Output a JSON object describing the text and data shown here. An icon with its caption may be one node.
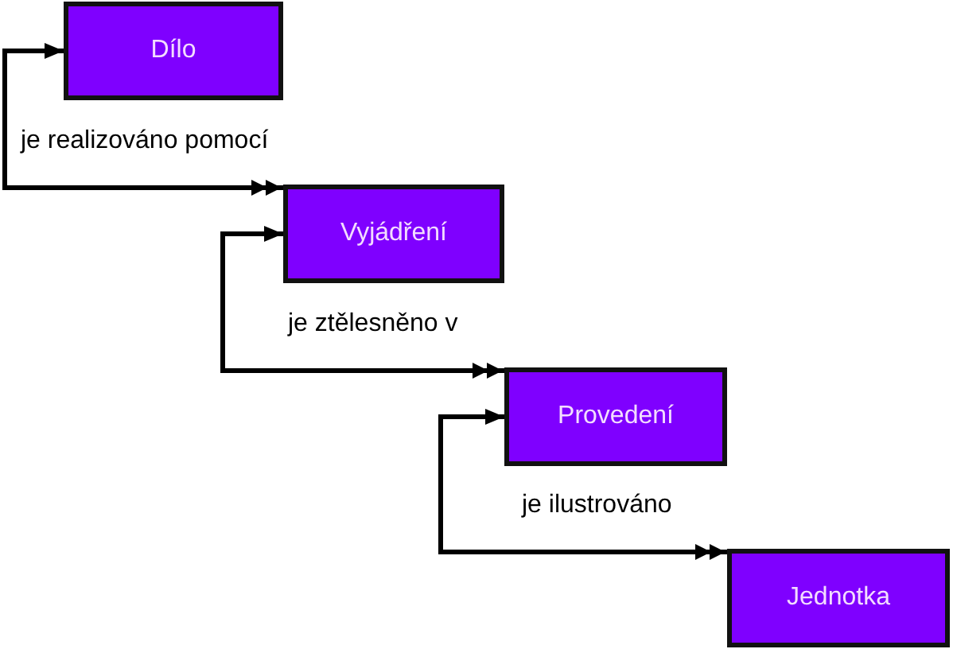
{
  "diagram": {
    "nodes": [
      {
        "text": [
          "Dílo"
        ]
      },
      {
        "text": [
          "Vyjádření"
        ]
      },
      {
        "text": [
          "Provedení"
        ]
      },
      {
        "text": [
          "Jednotka"
        ]
      }
    ],
    "edges": [
      {
        "from": 0,
        "to": 1,
        "arrow": "both",
        "label": "je realizováno pomocí"
      },
      {
        "from": 1,
        "to": 2,
        "arrow": "both",
        "label": "je ztělesněno v"
      },
      {
        "from": 2,
        "to": 3,
        "arrow": "both",
        "label": "je ilustrováno"
      }
    ]
  }
}
